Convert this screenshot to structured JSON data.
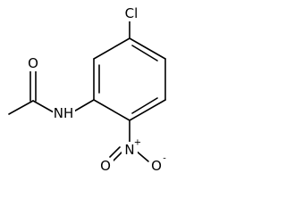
{
  "molecule": {
    "atoms": {
      "chlorine": "Cl",
      "nitrogen_amide": "NH",
      "oxygen_carbonyl": "O",
      "nitrogen_nitro": "N",
      "nitro_plus": "+",
      "oxygen_nitro_left": "O",
      "oxygen_nitro_right": "O",
      "nitro_minus": "-"
    }
  },
  "colors": {
    "bond": "#000000",
    "text": "#000000",
    "background": "#ffffff"
  }
}
